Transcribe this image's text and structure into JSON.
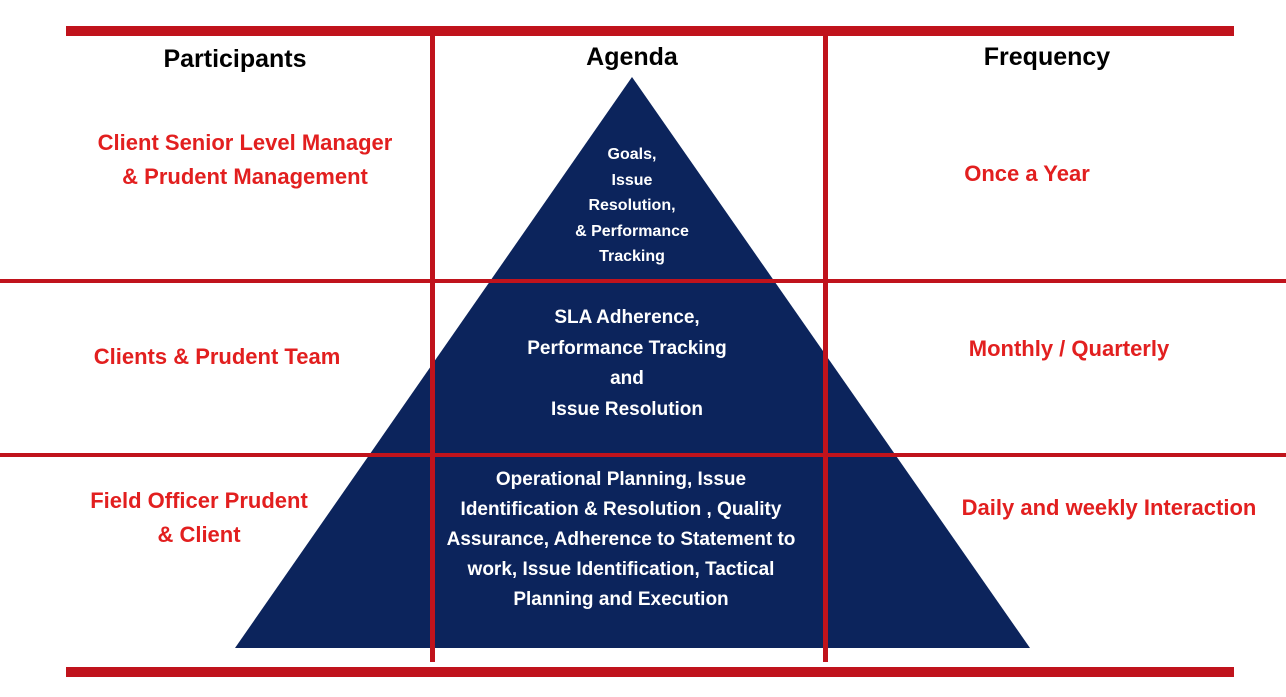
{
  "colors": {
    "rule": "#c0131c",
    "pyramid": "#0c245c",
    "participant_text": "#e21f1f",
    "header_text": "#000000",
    "agenda_text": "#ffffff"
  },
  "headers": {
    "participants": "Participants",
    "agenda": "Agenda",
    "frequency": "Frequency"
  },
  "rows": [
    {
      "participants": "Client Senior Level Manager\n& Prudent Management",
      "agenda": "Goals,\nIssue\nResolution,\n& Performance\nTracking",
      "frequency": "Once a Year"
    },
    {
      "participants": "Clients & Prudent Team",
      "agenda": "SLA Adherence,\nPerformance Tracking\nand\nIssue Resolution",
      "frequency": "Monthly / Quarterly"
    },
    {
      "participants": "Field Officer Prudent\n& Client",
      "agenda": "Operational Planning, Issue\nIdentification & Resolution , Quality\nAssurance, Adherence to Statement to\nwork,  Issue Identification, Tactical\nPlanning and Execution",
      "frequency": "Daily and weekly Interaction"
    }
  ]
}
